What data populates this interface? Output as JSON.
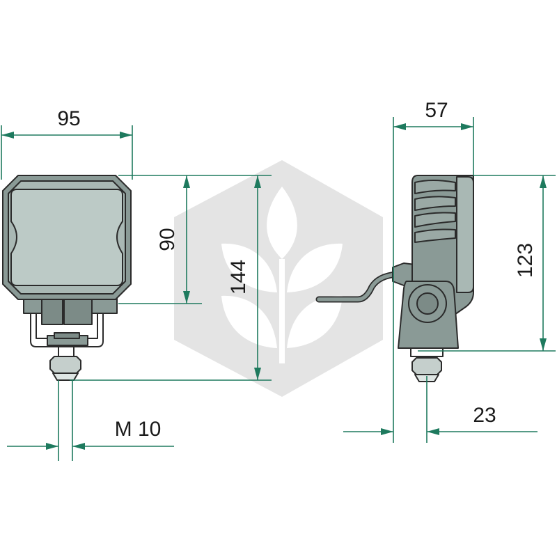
{
  "diagram": {
    "dimensions": {
      "front_width": "95",
      "front_lens_height": "90",
      "front_total_height": "144",
      "thread": "M 10",
      "side_depth": "57",
      "side_height": "123",
      "side_offset": "23"
    },
    "colors": {
      "dimension_line": "#1e7a5e",
      "body_fill": "#8a9a96",
      "lens_fill": "#b8c6c2",
      "outline": "#2b2b2b",
      "watermark": "#e3e3e3"
    }
  }
}
